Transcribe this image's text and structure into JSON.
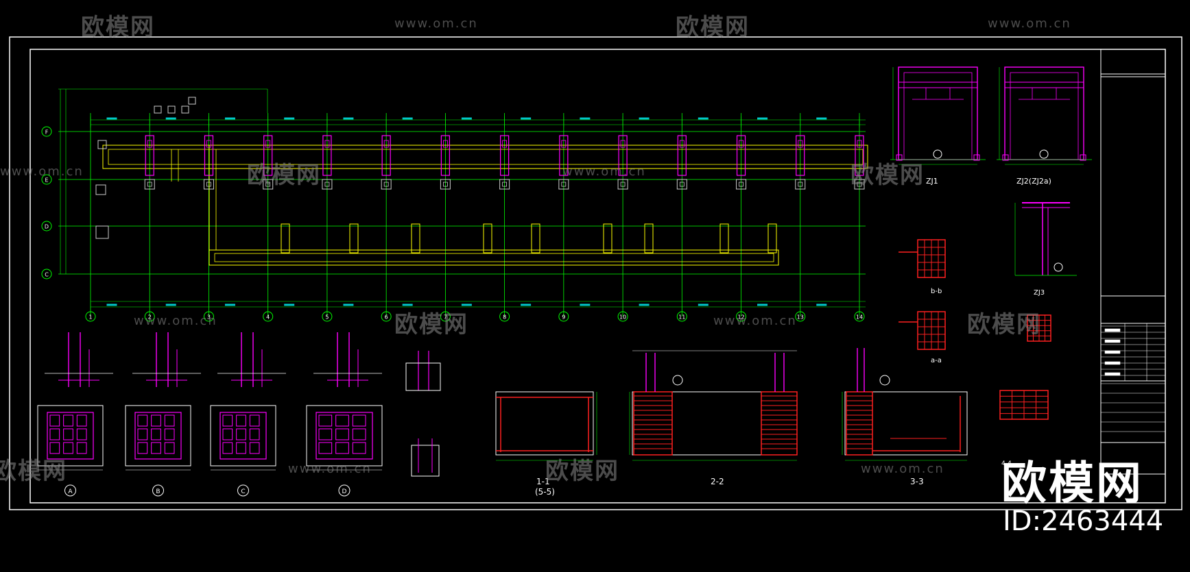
{
  "watermark": {
    "brand": "欧模网",
    "url": "www.om.cn"
  },
  "stamp": {
    "brand": "欧模网",
    "id": "ID:2463444"
  },
  "drawing": {
    "axis_numbers": [
      "1",
      "2",
      "3",
      "4",
      "5",
      "6",
      "7",
      "8",
      "9",
      "10",
      "11",
      "12",
      "13",
      "14"
    ],
    "axis_letters": [
      "F",
      "E",
      "D",
      "C"
    ],
    "foundation_labels": [
      "A",
      "B",
      "C",
      "D"
    ],
    "section_labels": {
      "s11": "1-1",
      "s11b": "(5-5)",
      "s22": "2-2",
      "s33": "3-3",
      "s44": "4-4",
      "zj1": "ZJ1",
      "zj2": "ZJ2(ZJ2a)",
      "zj3": "ZJ3",
      "sbb": "b-b",
      "saa": "a-a"
    }
  },
  "colors": {
    "background": "#000000",
    "frame": "#ffffff",
    "grid": "#00ff00",
    "structure": "#ffff00",
    "column": "#ff00ff",
    "rebar": "#ff2020",
    "dim": "#00c8c8"
  }
}
